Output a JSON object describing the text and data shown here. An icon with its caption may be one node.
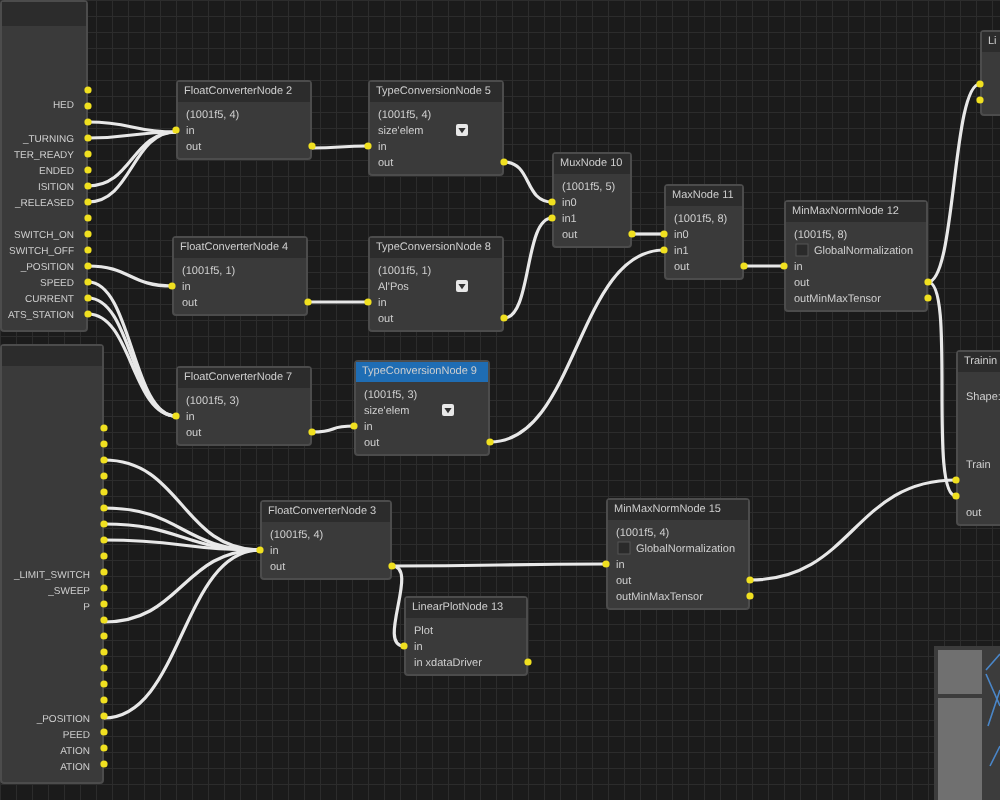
{
  "diagram": {
    "nodes": [
      {
        "text": [
          "HED",
          "_TURNING",
          "TER_READY",
          "ENDED",
          "ISITION",
          "_RELEASED",
          "SWITCH_ON",
          "SWITCH_OFF",
          "_POSITION",
          "SPEED",
          "CURRENT",
          "ATS_STATION"
        ]
      },
      {
        "text": [
          "FloatConverterNode 2",
          "(1001f5, 4)",
          "in",
          "out"
        ]
      },
      {
        "text": [
          "TypeConversionNode 5",
          "(1001f5, 4)",
          "size'elem",
          "in",
          "out"
        ]
      },
      {
        "text": [
          "Li"
        ]
      },
      {
        "text": [
          "MuxNode 10",
          "(1001f5, 5)",
          "in0",
          "in1",
          "out"
        ]
      },
      {
        "text": [
          "MaxNode 11",
          "(1001f5, 8)",
          "in0",
          "in1",
          "out"
        ]
      },
      {
        "text": [
          "MinMaxNormNode 12",
          "(1001f5, 8)",
          "GlobalNormalization",
          "in",
          "out",
          "outMinMaxTensor"
        ]
      },
      {
        "text": [
          "FloatConverterNode 4",
          "(1001f5, 1)",
          "in",
          "out"
        ]
      },
      {
        "text": [
          "TypeConversionNode 8",
          "(1001f5, 1)",
          "Al'Pos",
          "in",
          "out"
        ]
      },
      {
        "text": [
          "_LIMIT_SWITCH",
          "_SWEEP",
          "P",
          "_POSITION",
          "PEED",
          "ATION",
          "ATION"
        ]
      },
      {
        "text": [
          "Trainin",
          "Shape:",
          "Train",
          "out"
        ]
      },
      {
        "text": [
          "FloatConverterNode 7",
          "(1001f5, 3)",
          "in",
          "out"
        ]
      },
      {
        "text": [
          "TypeConversionNode 9",
          "(1001f5, 3)",
          "size'elem",
          "in",
          "out"
        ]
      },
      {
        "text": [
          "FloatConverterNode 3",
          "(1001f5, 4)",
          "in",
          "out"
        ]
      },
      {
        "text": [
          "MinMaxNormNode 15",
          "(1001f5, 4)",
          "GlobalNormalization",
          "in",
          "out",
          "outMinMaxTensor"
        ]
      },
      {
        "text": [
          "LinearPlotNode 13",
          "Plot",
          "in",
          "in xdataDriver"
        ]
      },
      {
        "text": [],
        "shape": "picture"
      }
    ],
    "edges": [
      {
        "from": 0,
        "to": 1,
        "arrow": "none"
      },
      {
        "from": 0,
        "to": 1,
        "arrow": "none"
      },
      {
        "from": 0,
        "to": 1,
        "arrow": "none"
      },
      {
        "from": 0,
        "to": 1,
        "arrow": "none"
      },
      {
        "from": 0,
        "to": 7,
        "arrow": "none"
      },
      {
        "from": 0,
        "to": 11,
        "arrow": "none"
      },
      {
        "from": 0,
        "to": 11,
        "arrow": "none"
      },
      {
        "from": 0,
        "to": 11,
        "arrow": "none"
      },
      {
        "from": 1,
        "to": 2,
        "arrow": "none"
      },
      {
        "from": 7,
        "to": 8,
        "arrow": "none"
      },
      {
        "from": 11,
        "to": 12,
        "arrow": "none"
      },
      {
        "from": 2,
        "to": 4,
        "arrow": "none"
      },
      {
        "from": 8,
        "to": 4,
        "arrow": "none"
      },
      {
        "from": 4,
        "to": 5,
        "arrow": "none"
      },
      {
        "from": 12,
        "to": 5,
        "arrow": "none"
      },
      {
        "from": 5,
        "to": 6,
        "arrow": "none"
      },
      {
        "from": 6,
        "to": 3,
        "arrow": "none"
      },
      {
        "from": 6,
        "to": 10,
        "arrow": "none"
      },
      {
        "from": 14,
        "to": 10,
        "arrow": "none"
      },
      {
        "from": 9,
        "to": 13,
        "arrow": "none"
      },
      {
        "from": 9,
        "to": 13,
        "arrow": "none"
      },
      {
        "from": 9,
        "to": 13,
        "arrow": "none"
      },
      {
        "from": 9,
        "to": 13,
        "arrow": "none"
      },
      {
        "from": 9,
        "to": 13,
        "arrow": "none"
      },
      {
        "from": 9,
        "to": 13,
        "arrow": "none"
      },
      {
        "from": 13,
        "to": 14,
        "arrow": "none"
      },
      {
        "from": 13,
        "to": 15,
        "arrow": "none"
      }
    ]
  }
}
